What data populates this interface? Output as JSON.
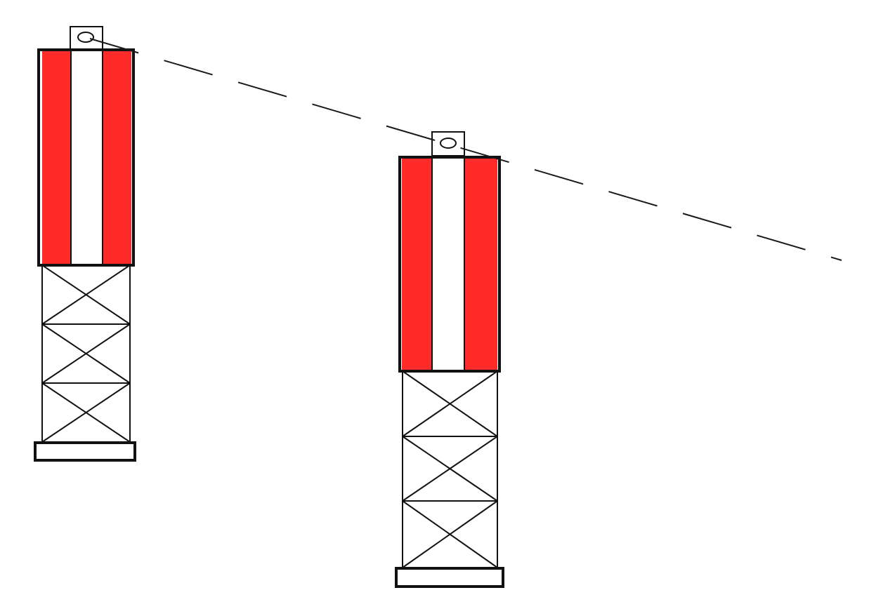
{
  "diagram": {
    "background": "#ffffff",
    "colors": {
      "stripe": "#ff2b2b",
      "outline": "#111111",
      "line": "#1a1a1a"
    },
    "elements": [
      {
        "name": "left-tower",
        "kind": "leading-mark tower"
      },
      {
        "name": "right-tower",
        "kind": "leading-mark tower"
      },
      {
        "name": "leading-line",
        "kind": "dashed sight line"
      }
    ]
  }
}
